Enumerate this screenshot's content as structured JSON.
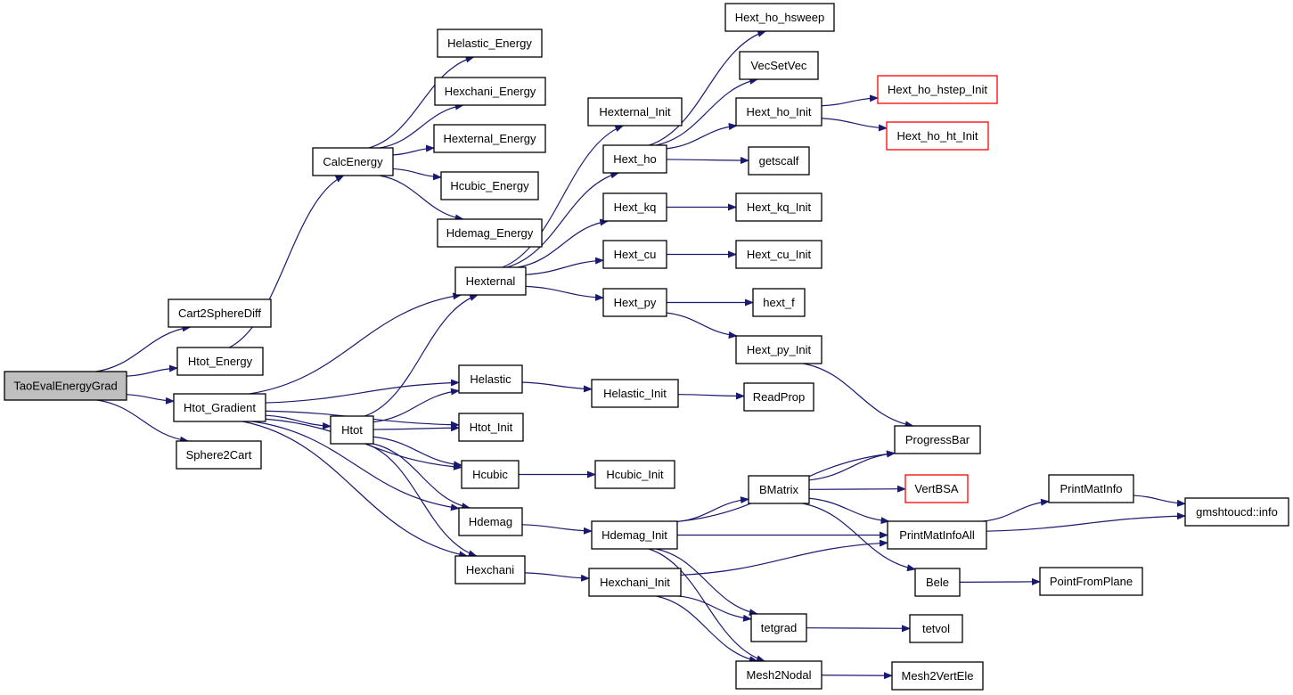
{
  "colors": {
    "edge": "#191970",
    "root_fill": "#bfbfbf",
    "normal_border": "#000000",
    "truncated_border": "#ff0000"
  },
  "nodes": [
    {
      "id": "TaoEvalEnergyGrad",
      "label": "TaoEvalEnergyGrad",
      "style": "root"
    },
    {
      "id": "Cart2SphereDiff",
      "label": "Cart2SphereDiff"
    },
    {
      "id": "Htot_Energy",
      "label": "Htot_Energy"
    },
    {
      "id": "Htot_Gradient",
      "label": "Htot_Gradient"
    },
    {
      "id": "Sphere2Cart",
      "label": "Sphere2Cart"
    },
    {
      "id": "CalcEnergy",
      "label": "CalcEnergy"
    },
    {
      "id": "Helastic_Energy",
      "label": "Helastic_Energy"
    },
    {
      "id": "Hexchani_Energy",
      "label": "Hexchani_Energy"
    },
    {
      "id": "Hexternal_Energy",
      "label": "Hexternal_Energy"
    },
    {
      "id": "Hcubic_Energy",
      "label": "Hcubic_Energy"
    },
    {
      "id": "Hdemag_Energy",
      "label": "Hdemag_Energy"
    },
    {
      "id": "Hexternal",
      "label": "Hexternal"
    },
    {
      "id": "Htot",
      "label": "Htot"
    },
    {
      "id": "Helastic",
      "label": "Helastic"
    },
    {
      "id": "Htot_Init",
      "label": "Htot_Init"
    },
    {
      "id": "Hcubic",
      "label": "Hcubic"
    },
    {
      "id": "Hdemag",
      "label": "Hdemag"
    },
    {
      "id": "Hexchani",
      "label": "Hexchani"
    },
    {
      "id": "Hexternal_Init",
      "label": "Hexternal_Init"
    },
    {
      "id": "Hext_ho",
      "label": "Hext_ho"
    },
    {
      "id": "Hext_kq",
      "label": "Hext_kq"
    },
    {
      "id": "Hext_cu",
      "label": "Hext_cu"
    },
    {
      "id": "Hext_py",
      "label": "Hext_py"
    },
    {
      "id": "Helastic_Init",
      "label": "Helastic_Init"
    },
    {
      "id": "Hcubic_Init",
      "label": "Hcubic_Init"
    },
    {
      "id": "Hdemag_Init",
      "label": "Hdemag_Init"
    },
    {
      "id": "Hexchani_Init",
      "label": "Hexchani_Init"
    },
    {
      "id": "Hext_ho_hsweep",
      "label": "Hext_ho_hsweep"
    },
    {
      "id": "VecSetVec",
      "label": "VecSetVec"
    },
    {
      "id": "Hext_ho_Init",
      "label": "Hext_ho_Init"
    },
    {
      "id": "getscalf",
      "label": "getscalf"
    },
    {
      "id": "Hext_kq_Init",
      "label": "Hext_kq_Init"
    },
    {
      "id": "Hext_cu_Init",
      "label": "Hext_cu_Init"
    },
    {
      "id": "hext_f",
      "label": "hext_f"
    },
    {
      "id": "Hext_py_Init",
      "label": "Hext_py_Init"
    },
    {
      "id": "ReadProp",
      "label": "ReadProp"
    },
    {
      "id": "BMatrix",
      "label": "BMatrix"
    },
    {
      "id": "tetgrad",
      "label": "tetgrad"
    },
    {
      "id": "Mesh2Nodal",
      "label": "Mesh2Nodal"
    },
    {
      "id": "Hext_ho_hstep_Init",
      "label": "Hext_ho_hstep_Init",
      "style": "truncated"
    },
    {
      "id": "Hext_ho_ht_Init",
      "label": "Hext_ho_ht_Init",
      "style": "truncated"
    },
    {
      "id": "ProgressBar",
      "label": "ProgressBar"
    },
    {
      "id": "VertBSA",
      "label": "VertBSA",
      "style": "truncated"
    },
    {
      "id": "PrintMatInfoAll",
      "label": "PrintMatInfoAll"
    },
    {
      "id": "Bele",
      "label": "Bele"
    },
    {
      "id": "tetvol",
      "label": "tetvol"
    },
    {
      "id": "Mesh2VertEle",
      "label": "Mesh2VertEle"
    },
    {
      "id": "PrintMatInfo",
      "label": "PrintMatInfo"
    },
    {
      "id": "PointFromPlane",
      "label": "PointFromPlane"
    },
    {
      "id": "gmshtoucd::info",
      "label": "gmshtoucd::info"
    }
  ],
  "edges": [
    [
      "TaoEvalEnergyGrad",
      "Cart2SphereDiff"
    ],
    [
      "TaoEvalEnergyGrad",
      "Htot_Energy"
    ],
    [
      "TaoEvalEnergyGrad",
      "Htot_Gradient"
    ],
    [
      "TaoEvalEnergyGrad",
      "Sphere2Cart"
    ],
    [
      "Htot_Energy",
      "CalcEnergy"
    ],
    [
      "CalcEnergy",
      "Helastic_Energy"
    ],
    [
      "CalcEnergy",
      "Hexchani_Energy"
    ],
    [
      "CalcEnergy",
      "Hexternal_Energy"
    ],
    [
      "CalcEnergy",
      "Hcubic_Energy"
    ],
    [
      "CalcEnergy",
      "Hdemag_Energy"
    ],
    [
      "Htot_Gradient",
      "Hexternal"
    ],
    [
      "Htot_Gradient",
      "Htot"
    ],
    [
      "Htot_Gradient",
      "Helastic"
    ],
    [
      "Htot_Gradient",
      "Htot_Init"
    ],
    [
      "Htot_Gradient",
      "Hcubic"
    ],
    [
      "Htot_Gradient",
      "Hdemag"
    ],
    [
      "Htot_Gradient",
      "Hexchani"
    ],
    [
      "Htot",
      "Hexternal"
    ],
    [
      "Htot",
      "Helastic"
    ],
    [
      "Htot",
      "Htot_Init"
    ],
    [
      "Htot",
      "Hcubic"
    ],
    [
      "Htot",
      "Hdemag"
    ],
    [
      "Htot",
      "Hexchani"
    ],
    [
      "Hexternal",
      "Hexternal_Init"
    ],
    [
      "Hexternal",
      "Hext_ho"
    ],
    [
      "Hexternal",
      "Hext_kq"
    ],
    [
      "Hexternal",
      "Hext_cu"
    ],
    [
      "Hexternal",
      "Hext_py"
    ],
    [
      "Helastic",
      "Helastic_Init"
    ],
    [
      "Helastic_Init",
      "ReadProp"
    ],
    [
      "Hcubic",
      "Hcubic_Init"
    ],
    [
      "Hdemag",
      "Hdemag_Init"
    ],
    [
      "Hexchani",
      "Hexchani_Init"
    ],
    [
      "Hext_ho",
      "Hext_ho_hsweep"
    ],
    [
      "Hext_ho",
      "VecSetVec"
    ],
    [
      "Hext_ho",
      "Hext_ho_Init"
    ],
    [
      "Hext_ho",
      "getscalf"
    ],
    [
      "Hext_ho_Init",
      "Hext_ho_hstep_Init"
    ],
    [
      "Hext_ho_Init",
      "Hext_ho_ht_Init"
    ],
    [
      "Hext_kq",
      "Hext_kq_Init"
    ],
    [
      "Hext_cu",
      "Hext_cu_Init"
    ],
    [
      "Hext_py",
      "hext_f"
    ],
    [
      "Hext_py",
      "Hext_py_Init"
    ],
    [
      "Hext_py_Init",
      "ProgressBar"
    ],
    [
      "Hdemag_Init",
      "ProgressBar"
    ],
    [
      "Hdemag_Init",
      "BMatrix"
    ],
    [
      "Hdemag_Init",
      "PrintMatInfoAll"
    ],
    [
      "Hdemag_Init",
      "tetgrad"
    ],
    [
      "Hdemag_Init",
      "Mesh2Nodal"
    ],
    [
      "Hexchani_Init",
      "PrintMatInfoAll"
    ],
    [
      "Hexchani_Init",
      "tetgrad"
    ],
    [
      "Hexchani_Init",
      "Mesh2Nodal"
    ],
    [
      "BMatrix",
      "ProgressBar"
    ],
    [
      "BMatrix",
      "VertBSA"
    ],
    [
      "BMatrix",
      "PrintMatInfoAll"
    ],
    [
      "BMatrix",
      "Bele"
    ],
    [
      "PrintMatInfoAll",
      "PrintMatInfo"
    ],
    [
      "PrintMatInfoAll",
      "gmshtoucd::info"
    ],
    [
      "PrintMatInfo",
      "gmshtoucd::info"
    ],
    [
      "Bele",
      "PointFromPlane"
    ],
    [
      "tetgrad",
      "tetvol"
    ],
    [
      "Mesh2Nodal",
      "Mesh2VertEle"
    ]
  ]
}
